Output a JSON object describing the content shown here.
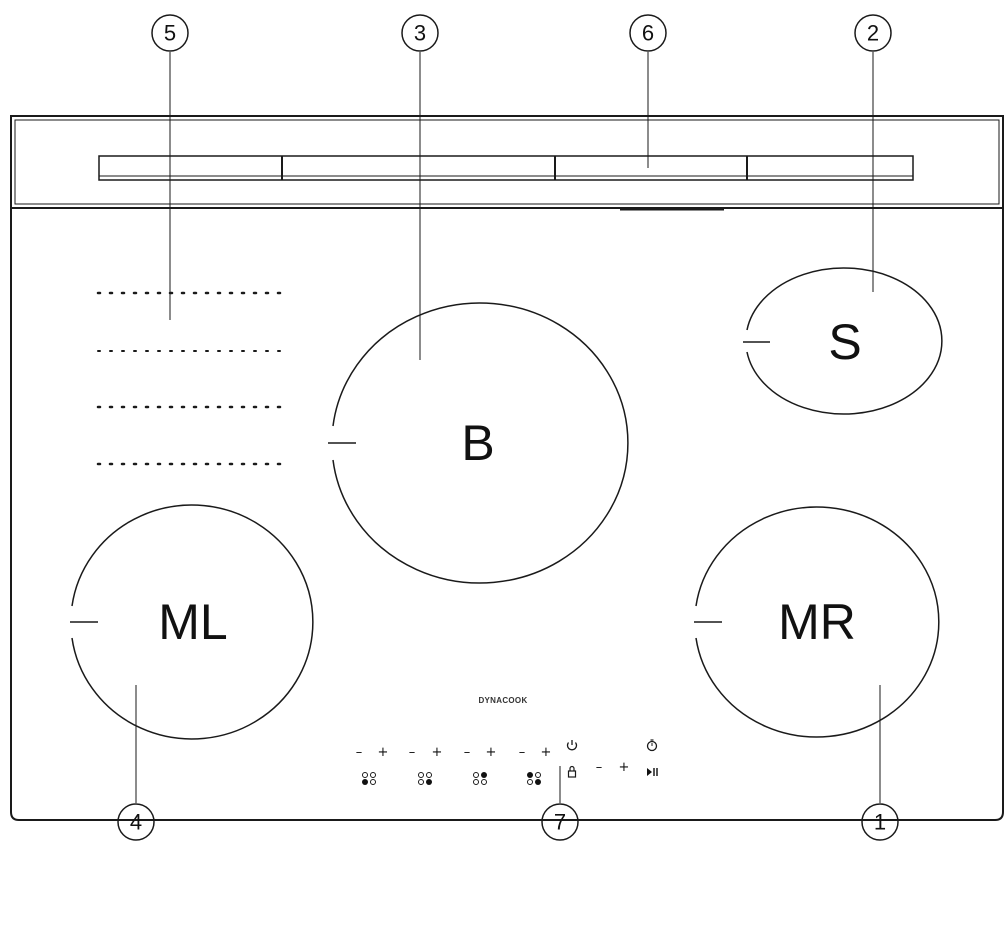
{
  "diagram": {
    "zones": [
      {
        "id": "S",
        "label": "S"
      },
      {
        "id": "B",
        "label": "B"
      },
      {
        "id": "ML",
        "label": "ML"
      },
      {
        "id": "MR",
        "label": "MR"
      }
    ],
    "callouts": [
      {
        "id": "c5",
        "label": "5"
      },
      {
        "id": "c3",
        "label": "3"
      },
      {
        "id": "c6",
        "label": "6"
      },
      {
        "id": "c2",
        "label": "2"
      },
      {
        "id": "c4",
        "label": "4"
      },
      {
        "id": "c7",
        "label": "7"
      },
      {
        "id": "c1",
        "label": "1"
      }
    ],
    "brand": "DYNACOOK",
    "controls": {
      "minus": "–",
      "plus": "+",
      "power_icon": "power-icon",
      "lock_icon": "lock-icon",
      "timer_icon": "timer-icon",
      "pause_icon": "pause-icon",
      "zone_indicator_icon": "zone-indicator-icon"
    },
    "colors": {
      "line": "#1a1a1a",
      "background": "#ffffff"
    }
  }
}
